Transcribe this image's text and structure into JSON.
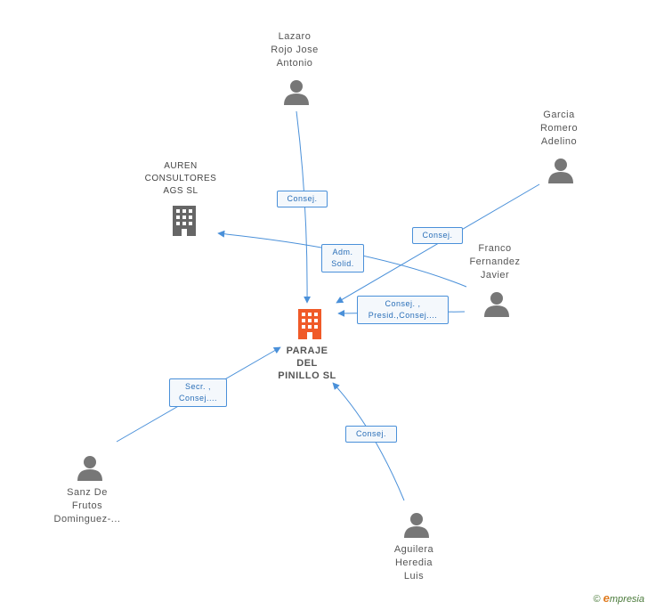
{
  "colors": {
    "edge": "#4a90d9",
    "person_icon": "#777777",
    "company_icon": "#666666",
    "main_company_icon": "#f05a28"
  },
  "main_company": {
    "lines": [
      "PARAJE",
      "DEL",
      "PINILLO SL"
    ],
    "icon": "building-icon"
  },
  "nodes": {
    "lazaro": {
      "lines": [
        "Lazaro",
        "Rojo Jose",
        "Antonio"
      ],
      "icon": "person-icon"
    },
    "auren": {
      "lines": [
        "AUREN",
        "CONSULTORES",
        "AGS SL"
      ],
      "icon": "building-icon"
    },
    "garcia": {
      "lines": [
        "Garcia",
        "Romero",
        "Adelino"
      ],
      "icon": "person-icon"
    },
    "franco": {
      "lines": [
        "Franco",
        "Fernandez",
        "Javier"
      ],
      "icon": "person-icon"
    },
    "sanz": {
      "lines": [
        "Sanz De",
        "Frutos",
        "Dominguez-..."
      ],
      "icon": "person-icon"
    },
    "aguilera": {
      "lines": [
        "Aguilera",
        "Heredia",
        "Luis"
      ],
      "icon": "person-icon"
    }
  },
  "edges": {
    "lazaro": {
      "lines": [
        "Consej."
      ]
    },
    "auren": {
      "lines": [
        "Adm.",
        "Solid."
      ]
    },
    "garcia": {
      "lines": [
        "Consej."
      ]
    },
    "franco": {
      "lines": [
        "Consej. ,",
        "Presid.,Consej...."
      ]
    },
    "sanz": {
      "lines": [
        "Secr. ,",
        "Consej...."
      ]
    },
    "aguilera": {
      "lines": [
        "Consej."
      ]
    }
  },
  "watermark": {
    "copyright": "©",
    "brand_e": "e",
    "brand_rest": "mpresia"
  }
}
